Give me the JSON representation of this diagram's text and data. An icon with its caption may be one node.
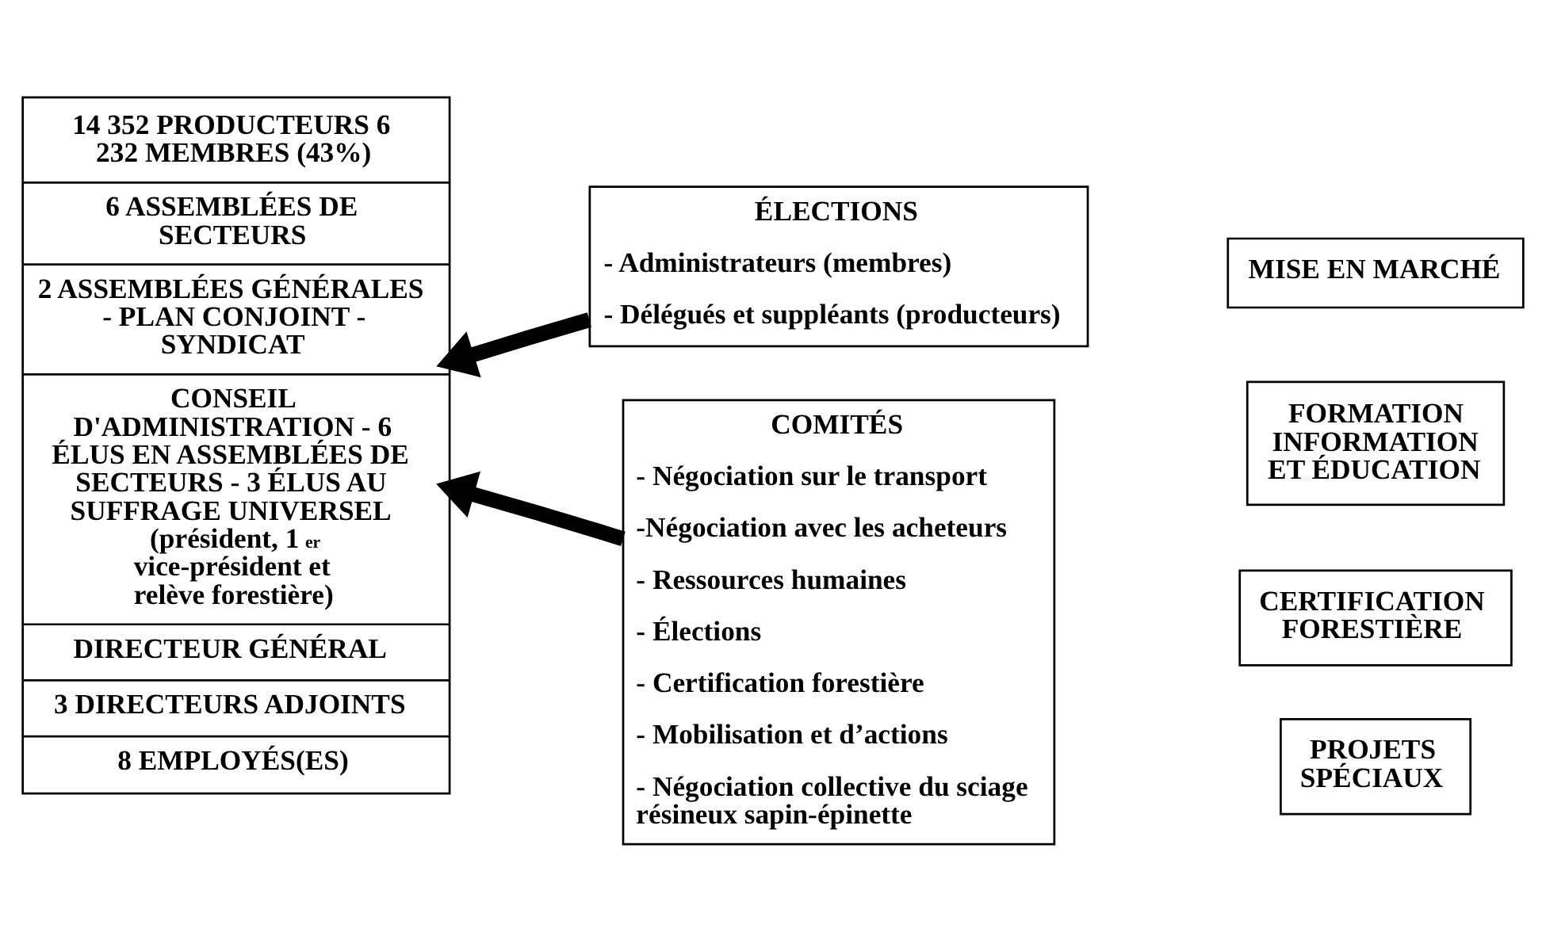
{
  "diagram": {
    "nodes": [
      {
        "text": [
          "14 352 PRODUCTEURS 6 232 MEMBRES (43%)",
          "6 ASSEMBLÉES DE SECTEURS",
          "2 ASSEMBLÉES GÉNÉRALES - PLAN CONJOINT - SYNDICAT",
          "CONSEIL D'ADMINISTRATION - 6 ÉLUS EN ASSEMBLÉES DE SECTEURS - 3 ÉLUS AU SUFFRAGE UNIVERSEL (président, 1$^{er}$ vice-président et relève forestière)",
          "DIRECTEUR GÉNÉRAL",
          "3 DIRECTEURS ADJOINTS",
          "8 EMPLOYÉS(ES)"
        ]
      },
      {
        "text": [
          "ÉLECTIONS",
          "- Administrateurs (membres)",
          "- Délégués et suppléants (producteurs)"
        ]
      },
      {
        "text": [
          "COMITÉS",
          "- Négociation sur le transport",
          "-Négociation avec les acheteurs",
          "- Ressources humaines",
          "- Élections",
          "- Certification forestière",
          "- Mobilisation et d’actions",
          "- Négociation collective du sciage résineux sapin-épinette"
        ]
      },
      {
        "text": [
          "MISE EN MARCHÉ"
        ]
      },
      {
        "text": [
          "FORMATION INFORMATION ET ÉDUCATION"
        ]
      },
      {
        "text": [
          "CERTIFICATION FORESTIÈRE"
        ]
      },
      {
        "text": [
          "PROJETS SPÉCIAUX"
        ]
      }
    ],
    "edges": [
      {
        "from": 1,
        "to": 0,
        "arrow": "to"
      },
      {
        "from": 2,
        "to": 0,
        "arrow": "to"
      }
    ]
  }
}
